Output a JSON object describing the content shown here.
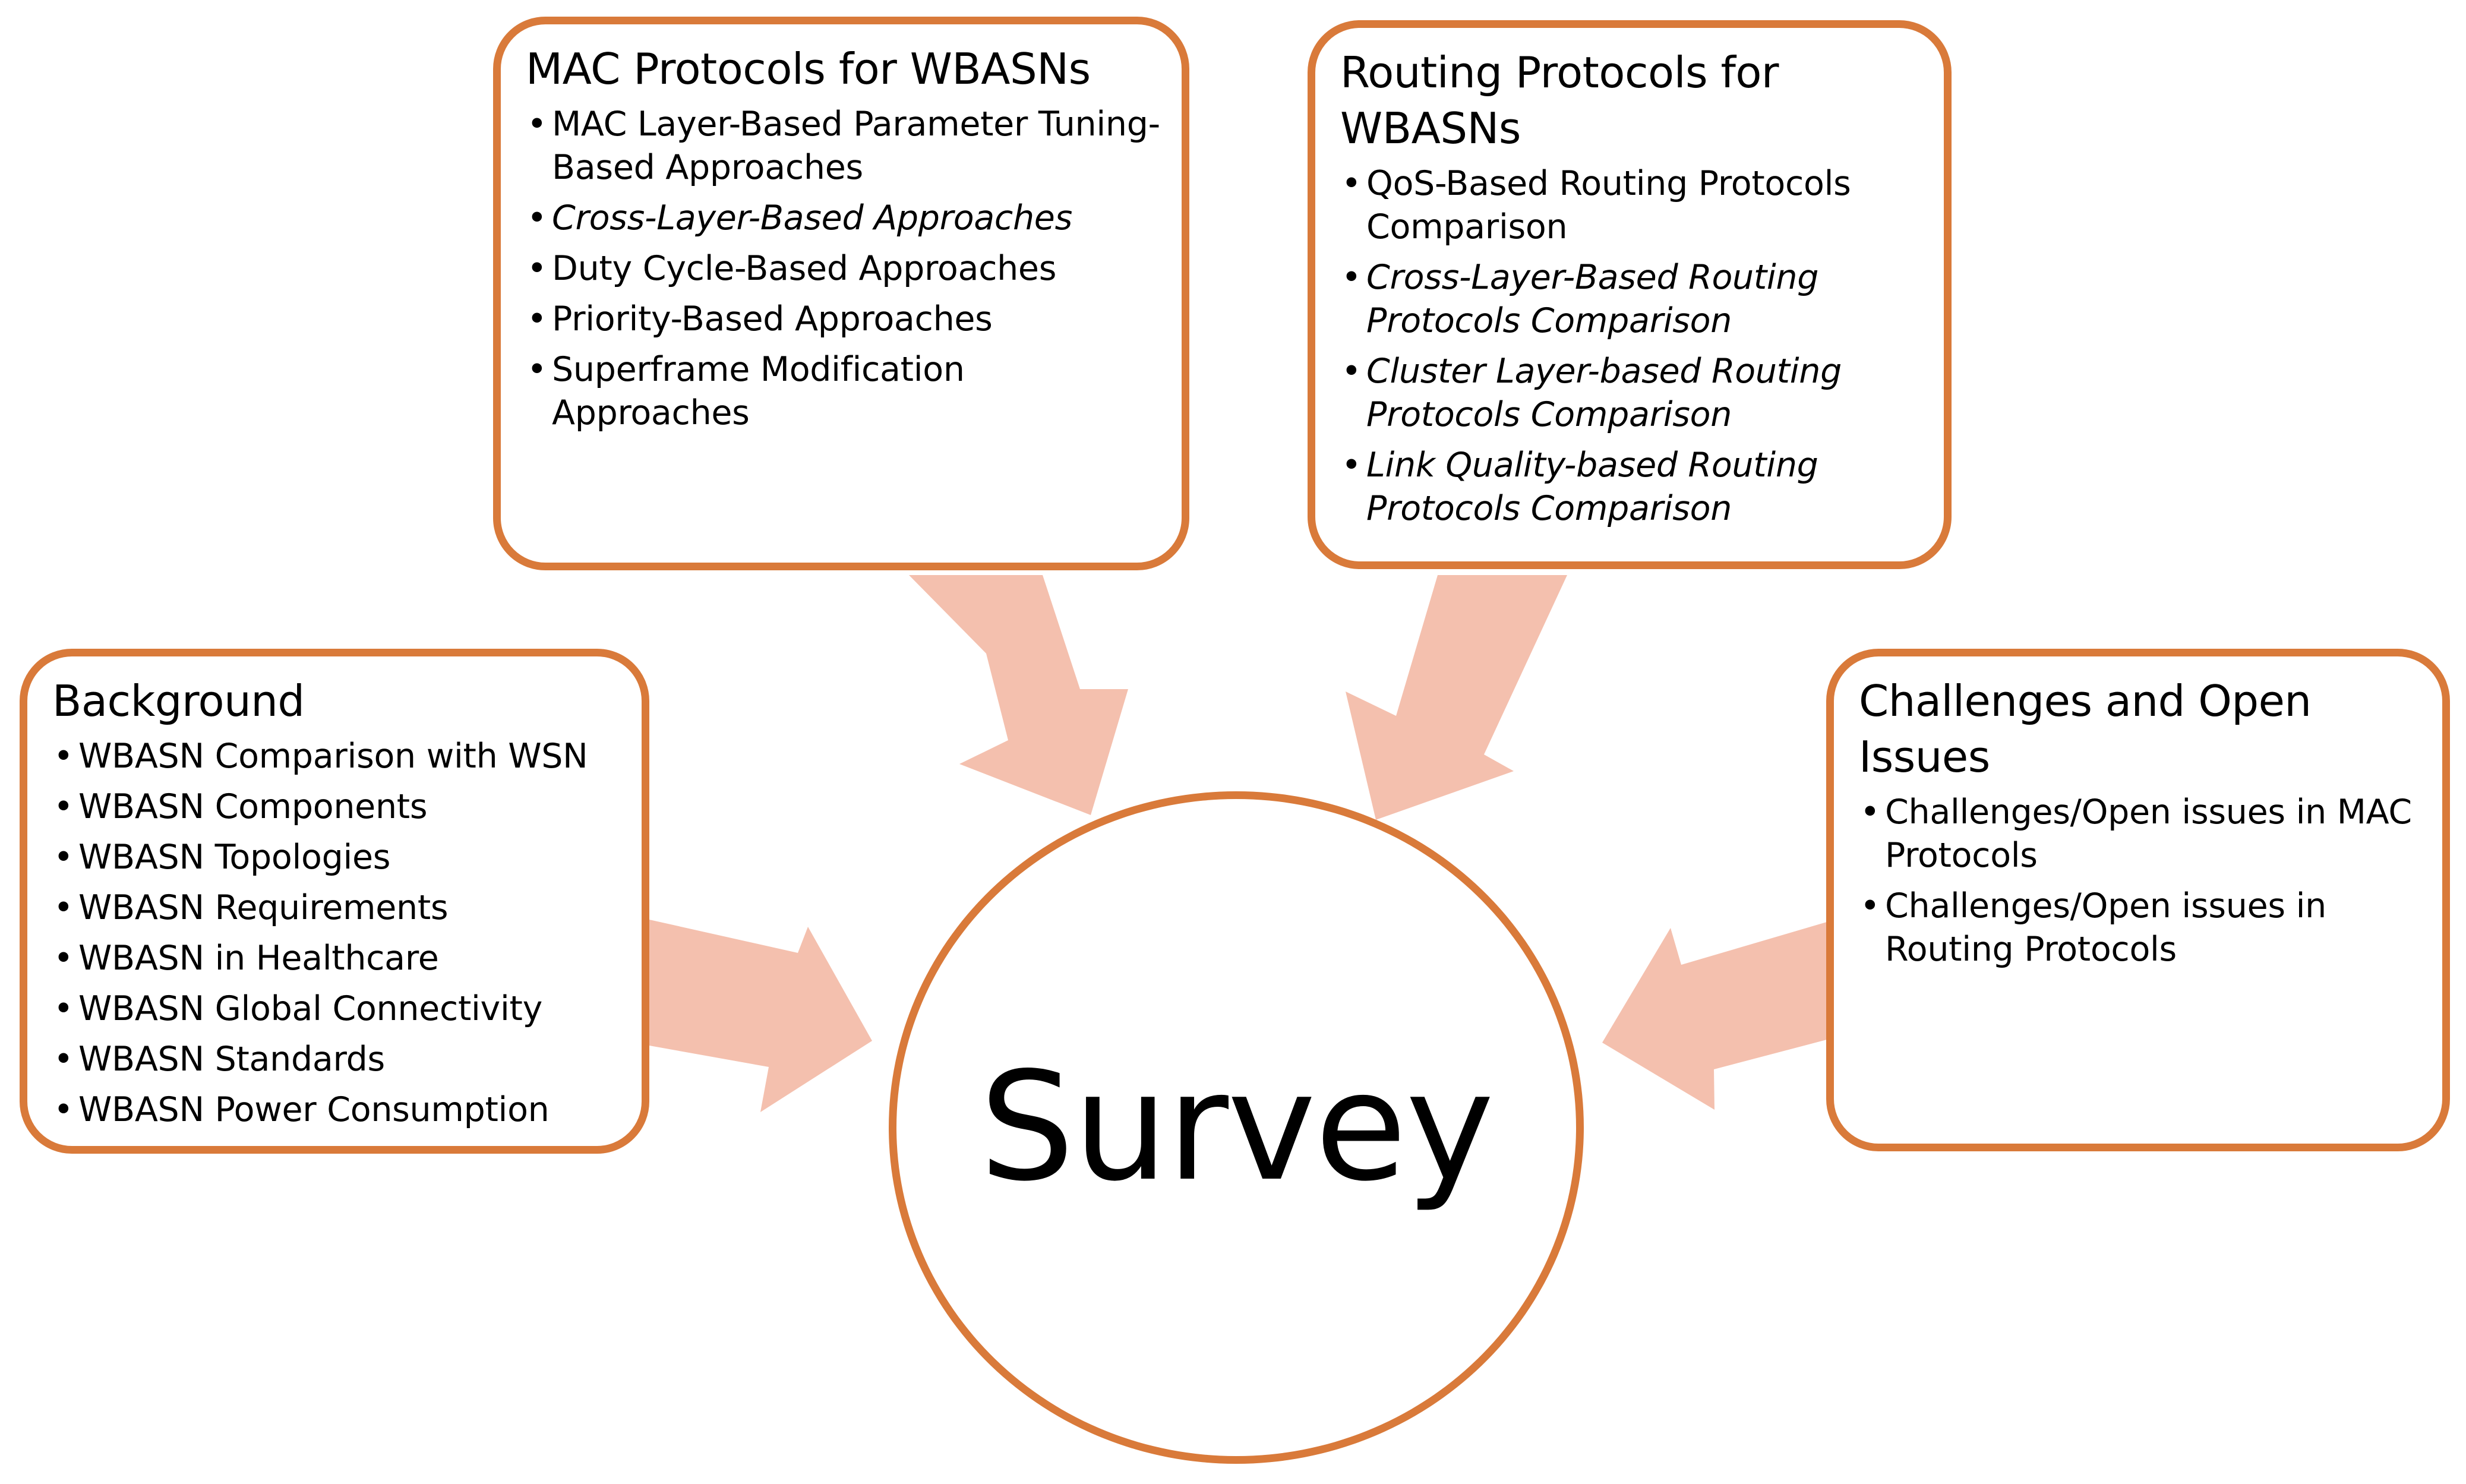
{
  "colors": {
    "border": "#d97a3a",
    "arrow": "#f4c0ae",
    "text": "#000000",
    "background": "#ffffff"
  },
  "center": {
    "label": "Survey"
  },
  "mac": {
    "title": "MAC Protocols for WBASNs",
    "items": [
      "MAC Layer-Based Parameter Tuning-Based Approaches",
      "Cross-Layer-Based Approaches",
      "Duty Cycle-Based Approaches",
      "Priority-Based Approaches",
      "Superframe Modification Approaches"
    ]
  },
  "routing": {
    "title": "Routing Protocols for WBASNs",
    "items": [
      "QoS-Based Routing Protocols Comparison",
      "Cross-Layer-Based Routing Protocols Comparison",
      "Cluster Layer-based Routing Protocols Comparison",
      "Link Quality-based Routing Protocols Comparison"
    ]
  },
  "background": {
    "title": "Background",
    "items": [
      "WBASN Comparison with WSN",
      "WBASN Components",
      "WBASN Topologies",
      "WBASN Requirements",
      "WBASN in Healthcare",
      "WBASN Global Connectivity",
      "WBASN Standards",
      "WBASN Power Consumption"
    ]
  },
  "challenges": {
    "title": "Challenges and Open Issues",
    "items": [
      "Challenges/Open issues in MAC Protocols",
      "Challenges/Open issues in Routing Protocols"
    ]
  }
}
